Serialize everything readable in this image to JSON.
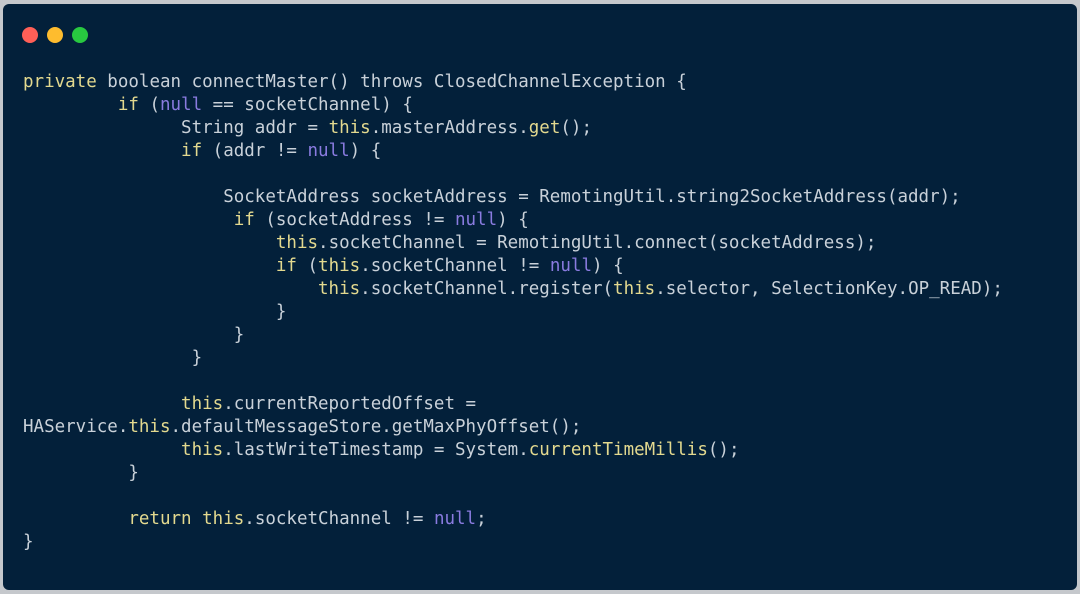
{
  "colors": {
    "page_bg": "#c5c8cc",
    "editor_bg": "#03203a",
    "default_text": "#c9d1d9",
    "keyword": "#e3d98f",
    "literal": "#8a7be0",
    "traffic_red": "#ff5f57",
    "traffic_yellow": "#febc2e",
    "traffic_green": "#28c840"
  },
  "window_controls": [
    {
      "name": "close",
      "color": "#ff5f57"
    },
    {
      "name": "minimize",
      "color": "#febc2e"
    },
    {
      "name": "zoom",
      "color": "#28c840"
    }
  ],
  "code_lines": [
    {
      "indent": "",
      "tokens": [
        {
          "text": "private",
          "type": "keyword"
        },
        {
          "text": " boolean connectMaster() throws ClosedChannelException {",
          "type": "default"
        }
      ]
    },
    {
      "indent": "         ",
      "tokens": [
        {
          "text": "if",
          "type": "keyword"
        },
        {
          "text": " (",
          "type": "default"
        },
        {
          "text": "null",
          "type": "literal"
        },
        {
          "text": " == socketChannel) {",
          "type": "default"
        }
      ]
    },
    {
      "indent": "               ",
      "tokens": [
        {
          "text": "String addr = ",
          "type": "default"
        },
        {
          "text": "this",
          "type": "keyword"
        },
        {
          "text": ".masterAddress.",
          "type": "default"
        },
        {
          "text": "get",
          "type": "keyword"
        },
        {
          "text": "();",
          "type": "default"
        }
      ]
    },
    {
      "indent": "               ",
      "tokens": [
        {
          "text": "if",
          "type": "keyword"
        },
        {
          "text": " (addr != ",
          "type": "default"
        },
        {
          "text": "null",
          "type": "literal"
        },
        {
          "text": ") {",
          "type": "default"
        }
      ]
    },
    {
      "indent": "",
      "tokens": []
    },
    {
      "indent": "                   ",
      "tokens": [
        {
          "text": "SocketAddress socketAddress = RemotingUtil.string2SocketAddress(addr);",
          "type": "default"
        }
      ]
    },
    {
      "indent": "                    ",
      "tokens": [
        {
          "text": "if",
          "type": "keyword"
        },
        {
          "text": " (socketAddress != ",
          "type": "default"
        },
        {
          "text": "null",
          "type": "literal"
        },
        {
          "text": ") {",
          "type": "default"
        }
      ]
    },
    {
      "indent": "                        ",
      "tokens": [
        {
          "text": "this",
          "type": "keyword"
        },
        {
          "text": ".socketChannel = RemotingUtil.connect(socketAddress);",
          "type": "default"
        }
      ]
    },
    {
      "indent": "                        ",
      "tokens": [
        {
          "text": "if",
          "type": "keyword"
        },
        {
          "text": " (",
          "type": "default"
        },
        {
          "text": "this",
          "type": "keyword"
        },
        {
          "text": ".socketChannel != ",
          "type": "default"
        },
        {
          "text": "null",
          "type": "literal"
        },
        {
          "text": ") {",
          "type": "default"
        }
      ]
    },
    {
      "indent": "                            ",
      "tokens": [
        {
          "text": "this",
          "type": "keyword"
        },
        {
          "text": ".socketChannel.register(",
          "type": "default"
        },
        {
          "text": "this",
          "type": "keyword"
        },
        {
          "text": ".selector, SelectionKey.OP_READ);",
          "type": "default"
        }
      ]
    },
    {
      "indent": "                        ",
      "tokens": [
        {
          "text": "}",
          "type": "default"
        }
      ]
    },
    {
      "indent": "                    ",
      "tokens": [
        {
          "text": "}",
          "type": "default"
        }
      ]
    },
    {
      "indent": "                ",
      "tokens": [
        {
          "text": "}",
          "type": "default"
        }
      ]
    },
    {
      "indent": "",
      "tokens": []
    },
    {
      "indent": "               ",
      "tokens": [
        {
          "text": "this",
          "type": "keyword"
        },
        {
          "text": ".currentReportedOffset =",
          "type": "default"
        }
      ]
    },
    {
      "indent": "",
      "tokens": [
        {
          "text": "HAService.",
          "type": "default"
        },
        {
          "text": "this",
          "type": "keyword"
        },
        {
          "text": ".defaultMessageStore.getMaxPhyOffset();",
          "type": "default"
        }
      ]
    },
    {
      "indent": "               ",
      "tokens": [
        {
          "text": "this",
          "type": "keyword"
        },
        {
          "text": ".lastWriteTimestamp = System.",
          "type": "default"
        },
        {
          "text": "currentTimeMillis",
          "type": "keyword"
        },
        {
          "text": "();",
          "type": "default"
        }
      ]
    },
    {
      "indent": "          ",
      "tokens": [
        {
          "text": "}",
          "type": "default"
        }
      ]
    },
    {
      "indent": "",
      "tokens": []
    },
    {
      "indent": "          ",
      "tokens": [
        {
          "text": "return",
          "type": "keyword"
        },
        {
          "text": " ",
          "type": "default"
        },
        {
          "text": "this",
          "type": "keyword"
        },
        {
          "text": ".socketChannel != ",
          "type": "default"
        },
        {
          "text": "null",
          "type": "literal"
        },
        {
          "text": ";",
          "type": "default"
        }
      ]
    },
    {
      "indent": "",
      "tokens": [
        {
          "text": "}",
          "type": "default"
        }
      ]
    }
  ]
}
